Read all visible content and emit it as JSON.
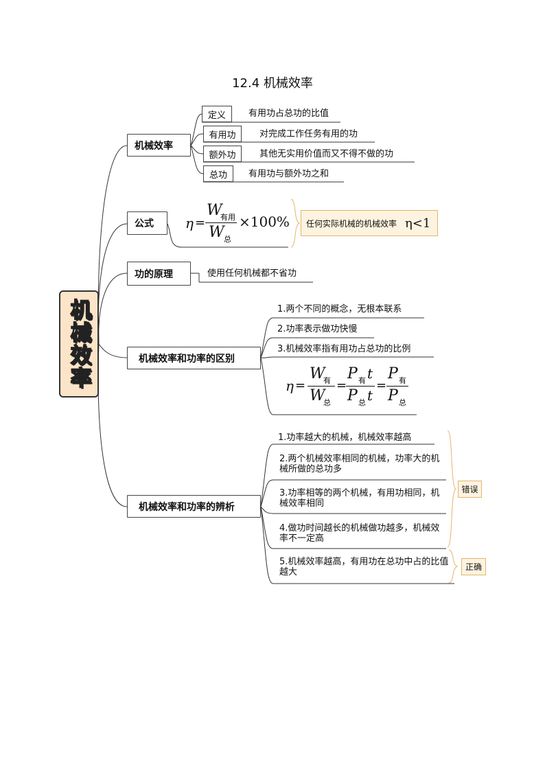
{
  "title": "12.4  机械效率",
  "root": {
    "label": "机械效率"
  },
  "branches": {
    "efficiency": {
      "label": "机械效率",
      "items": [
        {
          "tag": "定义",
          "text": "有用功占总功的比值"
        },
        {
          "tag": "有用功",
          "text": "对完成工作任务有用的功"
        },
        {
          "tag": "额外功",
          "text": "其他无实用价值而又不得不做的功"
        },
        {
          "tag": "总功",
          "text": "有用功与额外功之和"
        }
      ]
    },
    "formula": {
      "label": "公式",
      "eta": "η",
      "eq": "=",
      "w": "W",
      "sub_useful": "有用",
      "sub_total": "总",
      "times100": "×100%",
      "note_text": "任何实际机械的机械效率",
      "note_ineq": "η<1"
    },
    "principle": {
      "label": "功的原理",
      "text": "使用任何机械都不省功"
    },
    "difference": {
      "label": "机械效率和功率的区别",
      "items": [
        "1.两个不同的概念，无根本联系",
        "2.功率表示做功快慢",
        "3.机械效率指有用功占总功的比例"
      ],
      "eq": {
        "eta": "η",
        "eq1": "=",
        "eq2": "=",
        "eq3": "=",
        "w": "W",
        "p": "P",
        "t": "t",
        "sub_useful": "有",
        "sub_total": "总"
      }
    },
    "analysis": {
      "label": "机械效率和功率的辨析",
      "items": [
        "1.功率越大的机械，机械效率越高",
        "2.两个机械效率相同的机械，功率大的机械所做的总功多",
        "3.功率相等的两个机械，有用功相同，机械效率相同",
        "4.做功时间越长的机械做功越多，机械效率不一定高",
        "5.机械效率越高，有用功在总功中占的比值越大"
      ],
      "wrong_label": "错误",
      "right_label": "正确"
    }
  }
}
